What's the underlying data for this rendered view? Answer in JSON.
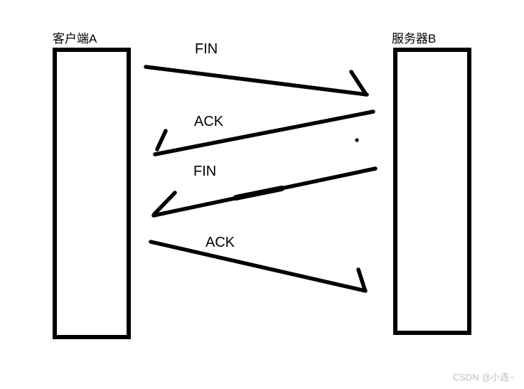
{
  "diagram": {
    "type": "sequence-diagram",
    "topic": "TCP connection termination (four-way wave): FIN / ACK exchange",
    "left_node": {
      "label": "客户端A"
    },
    "right_node": {
      "label": "服务器B"
    },
    "messages": [
      {
        "label": "FIN",
        "from": "客户端A",
        "to": "服务器B",
        "direction": "left-to-right"
      },
      {
        "label": "ACK",
        "from": "服务器B",
        "to": "客户端A",
        "direction": "right-to-left"
      },
      {
        "label": "FIN",
        "from": "服务器B",
        "to": "客户端A",
        "direction": "right-to-left"
      },
      {
        "label": "ACK",
        "from": "客户端A",
        "to": "服务器B",
        "direction": "left-to-right"
      }
    ],
    "colors": {
      "stroke": "#000000",
      "background": "#ffffff",
      "watermark_text": "#c9bcbc"
    }
  },
  "watermark": {
    "text": "CSDN @小连~"
  }
}
